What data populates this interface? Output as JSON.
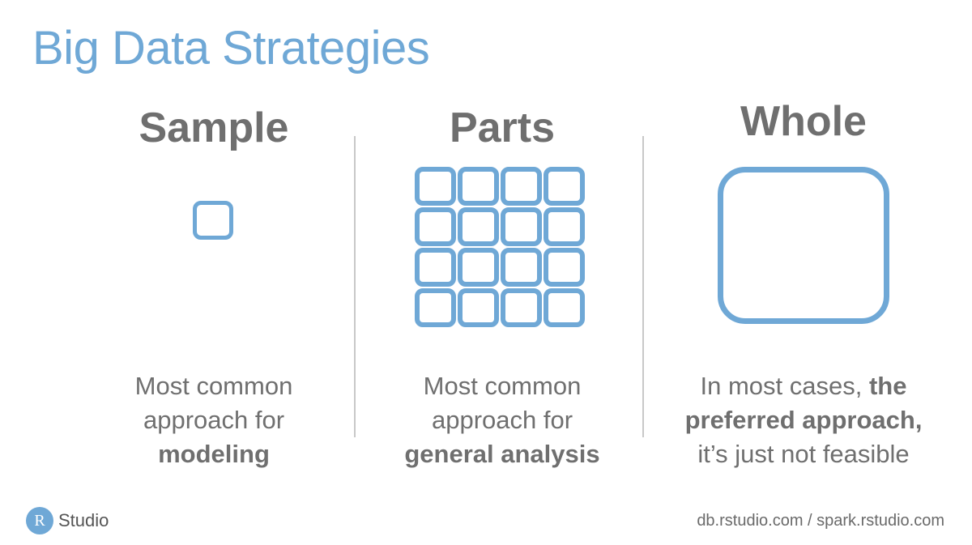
{
  "title": "Big Data Strategies",
  "colors": {
    "accent": "#6fa8d6",
    "text": "#6f6f6f",
    "divider": "#c8c8c8"
  },
  "columns": [
    {
      "heading": "Sample",
      "icon": "single-small-square-icon",
      "desc_line1": "Most common",
      "desc_line2": "approach for",
      "desc_bold": "modeling"
    },
    {
      "heading": "Parts",
      "icon": "grid-of-squares-icon",
      "grid_rows": 4,
      "grid_cols": 4,
      "desc_line1": "Most common",
      "desc_line2": "approach for",
      "desc_bold": "general analysis"
    },
    {
      "heading": "Whole",
      "icon": "large-square-icon",
      "desc_pre": "In most cases, ",
      "desc_bold1": "the",
      "desc_bold2": "preferred approach,",
      "desc_line3": "it’s just not feasible"
    }
  ],
  "footer": {
    "logo_letter": "R",
    "logo_text": "Studio",
    "url": "db.rstudio.com / spark.rstudio.com"
  }
}
